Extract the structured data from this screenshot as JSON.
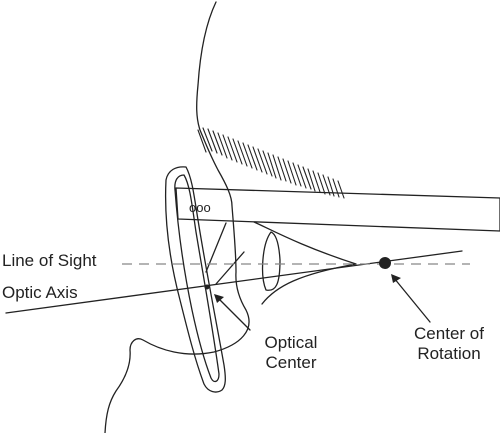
{
  "labels": {
    "line_of_sight": "Line of Sight",
    "optic_axis": "Optic Axis",
    "optical_center": [
      "Optical",
      "Center"
    ],
    "center_of_rotation": [
      "Center of",
      "Rotation"
    ],
    "temple_mark": "ooo"
  },
  "colors": {
    "ink": "#222222",
    "dashed_line": "#888888",
    "background": "#ffffff"
  }
}
